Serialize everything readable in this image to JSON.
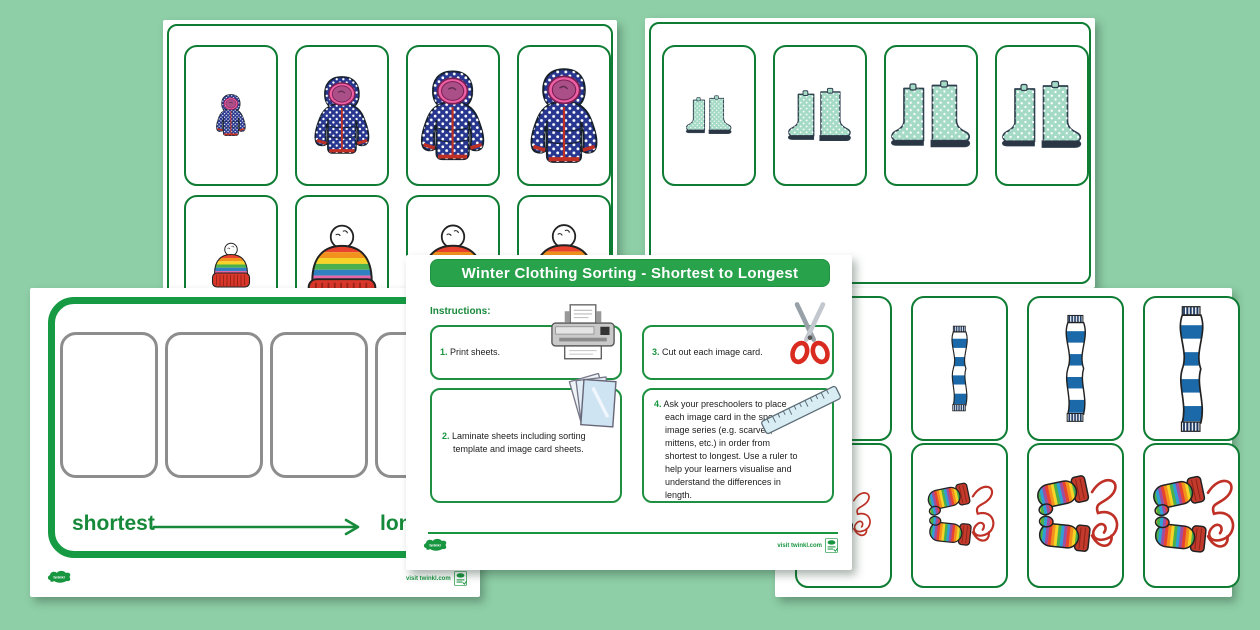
{
  "background_color": "#8ecfa7",
  "branding": {
    "logo_text": "twinkl",
    "visit_text": "visit twinkl.com"
  },
  "instruction_card": {
    "title": "Winter Clothing Sorting - Shortest to Longest",
    "instructions_label": "Instructions:",
    "steps": [
      {
        "num": "1.",
        "text": "Print sheets.",
        "icon": "printer-icon"
      },
      {
        "num": "2.",
        "text": "Laminate sheets including sorting template and image card sheets.",
        "icon": "laminating-pouches-icon"
      },
      {
        "num": "3.",
        "text": "Cut out each image card.",
        "icon": "scissors-icon"
      },
      {
        "num": "4.",
        "text": "Ask your preschoolers to place each image card in the specific image series (e.g. scarves, mittens, etc.) in order from shortest to longest. Use a ruler to help your learners visualise and understand the differences in length.",
        "icon": "ruler-icon"
      }
    ]
  },
  "sorting_template": {
    "empty_slots": 4,
    "shortest_label": "shortest",
    "longest_label": "longest"
  },
  "card_sheets": [
    {
      "name": "jackets-and-hats",
      "rows": [
        {
          "item": "winter-jacket",
          "count": 4,
          "order": "shortest-to-longest",
          "scales": [
            0.42,
            0.78,
            0.9,
            1
          ]
        },
        {
          "item": "bobble-hat",
          "count": 4,
          "order": "shortest-to-longest",
          "scales": [
            0.42,
            0.78,
            0.92,
            1.02
          ]
        }
      ]
    },
    {
      "name": "rain-boots",
      "rows": [
        {
          "item": "rain-boots",
          "count": 4,
          "order": "shortest-to-longest",
          "scales": [
            0.45,
            0.62,
            0.78,
            1
          ]
        }
      ]
    },
    {
      "name": "scarves-and-mittens",
      "rows": [
        {
          "item": "scarf",
          "count": 4,
          "order": "shortest-to-longest",
          "scales": [
            0.55,
            0.68,
            0.85,
            1
          ]
        },
        {
          "item": "mittens",
          "count": 4,
          "order": "shortest-to-longest",
          "scales": [
            0.52,
            0.66,
            0.9,
            1
          ]
        }
      ]
    }
  ],
  "colors": {
    "page_green": "#0f7c33",
    "banner_green": "#28a24b",
    "accent_green": "#17953f",
    "text_green": "#17893a",
    "slot_gray": "#8d8d8d",
    "scarf_blue": "#1b69a8",
    "boot_mint": "#a5dbc6",
    "jacket_navy": "#27368f"
  }
}
